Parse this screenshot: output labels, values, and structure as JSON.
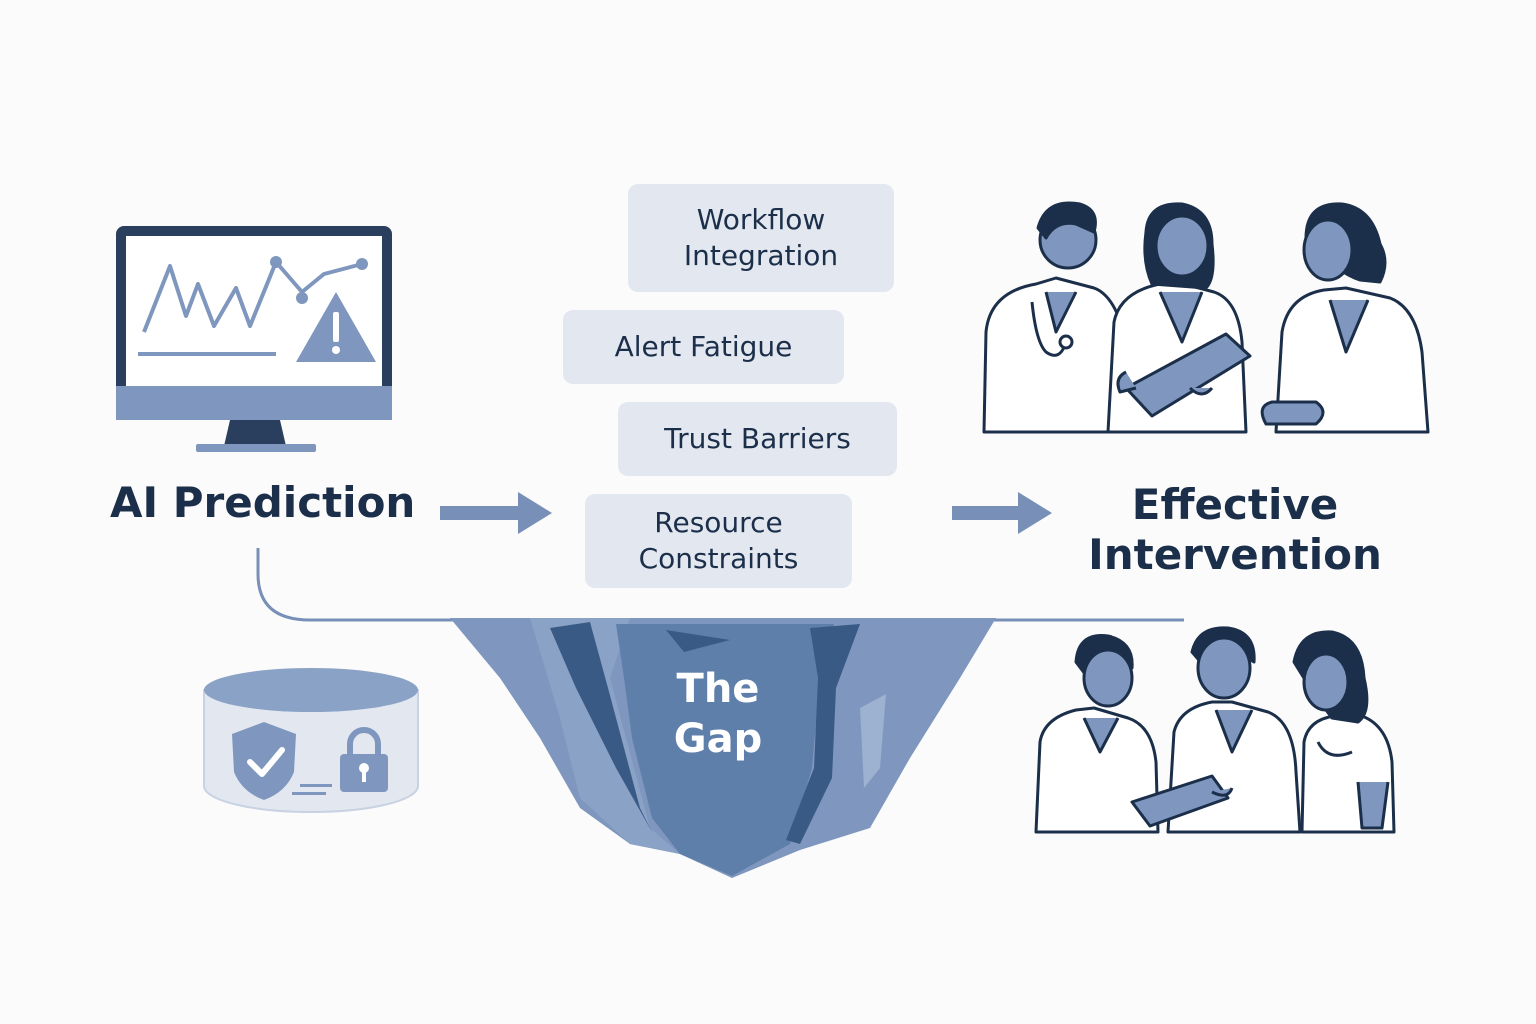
{
  "left": {
    "label": "AI Prediction"
  },
  "right": {
    "label_line1": "Effective",
    "label_line2": "Intervention"
  },
  "barriers": [
    {
      "label": "Workflow\nIntegration"
    },
    {
      "label": "Alert Fatigue"
    },
    {
      "label": "Trust Barriers"
    },
    {
      "label": "Resource\nConstraints"
    }
  ],
  "gap": {
    "line1": "The",
    "line2": "Gap"
  },
  "colors": {
    "navy": "#1c2f4a",
    "accent": "#7890b8",
    "box_fill": "#e3e8f0",
    "chasm": "#6f8cb6",
    "chasm_dark": "#3a5a86"
  },
  "icons": [
    "monitor-chart-icon",
    "warning-icon",
    "database-icon",
    "shield-check-icon",
    "padlock-icon",
    "clinicians-group-icon"
  ]
}
